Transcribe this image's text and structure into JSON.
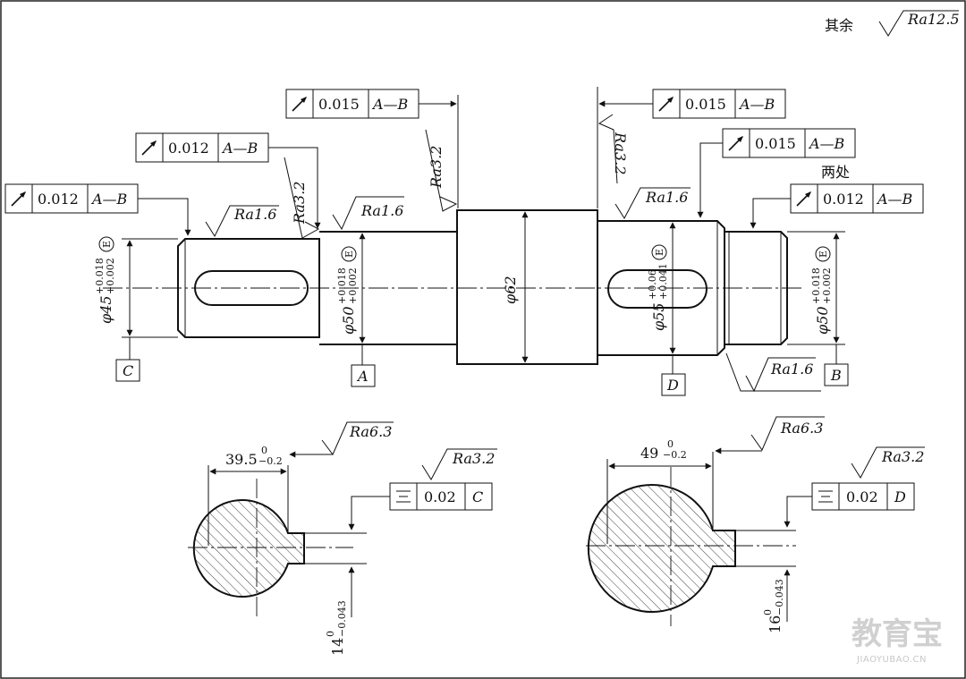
{
  "general_roughness": {
    "prefix": "其余",
    "value": "Ra12.5"
  },
  "roughness": {
    "ra16_left": "Ra1.6",
    "ra32_shoulder": "Ra3.2",
    "ra16_mid": "Ra1.6",
    "ra32_collar_left": "Ra3.2",
    "ra32_collar_right": "Ra3.2",
    "ra16_right": "Ra1.6",
    "ra16_groove": "Ra1.6",
    "ra63_sec1": "Ra6.3",
    "ra32_sec1": "Ra3.2",
    "ra63_sec2": "Ra6.3",
    "ra32_sec2": "Ra3.2"
  },
  "runout_frames": [
    {
      "symbol": "runout-arrow",
      "value": "0.012",
      "datum": "A—B"
    },
    {
      "symbol": "runout-arrow",
      "value": "0.012",
      "datum": "A—B"
    },
    {
      "symbol": "runout-arrow",
      "value": "0.015",
      "datum": "A—B"
    },
    {
      "symbol": "runout-arrow",
      "value": "0.015",
      "datum": "A—B"
    },
    {
      "symbol": "runout-arrow",
      "value": "0.015",
      "datum": "A—B"
    },
    {
      "symbol": "runout-arrow",
      "value": "0.012",
      "datum": "A—B"
    }
  ],
  "two_places_note": "两处",
  "diameters": {
    "d45": {
      "base": "φ45",
      "upper": "+0.018",
      "lower": "+0.002",
      "envelope": "E"
    },
    "d50_left": {
      "base": "φ50",
      "upper": "+0.018",
      "lower": "+0.002",
      "envelope": "E"
    },
    "d62": {
      "base": "φ62"
    },
    "d55": {
      "base": "φ55",
      "upper": "+0.06",
      "lower": "+0.041",
      "envelope": "E"
    },
    "d50_right": {
      "base": "φ50",
      "upper": "+0.018",
      "lower": "+0.002",
      "envelope": "E"
    }
  },
  "datums": {
    "c": "C",
    "a": "A",
    "d": "D",
    "b": "B"
  },
  "section1": {
    "depth": {
      "base": "39.5",
      "upper": "0",
      "lower": "−0.2"
    },
    "width": {
      "base": "14",
      "upper": "0",
      "lower": "−0.043"
    },
    "symmetry": {
      "symbol": "symmetry",
      "value": "0.02",
      "datum": "C"
    }
  },
  "section2": {
    "depth": {
      "base": "49",
      "upper": "0",
      "lower": "−0.2"
    },
    "width": {
      "base": "16",
      "upper": "0",
      "lower": "−0.043"
    },
    "symmetry": {
      "symbol": "symmetry",
      "value": "0.02",
      "datum": "D"
    }
  },
  "watermark": {
    "brand": "教育宝",
    "domain": "JIAOYUBAO.CN"
  }
}
